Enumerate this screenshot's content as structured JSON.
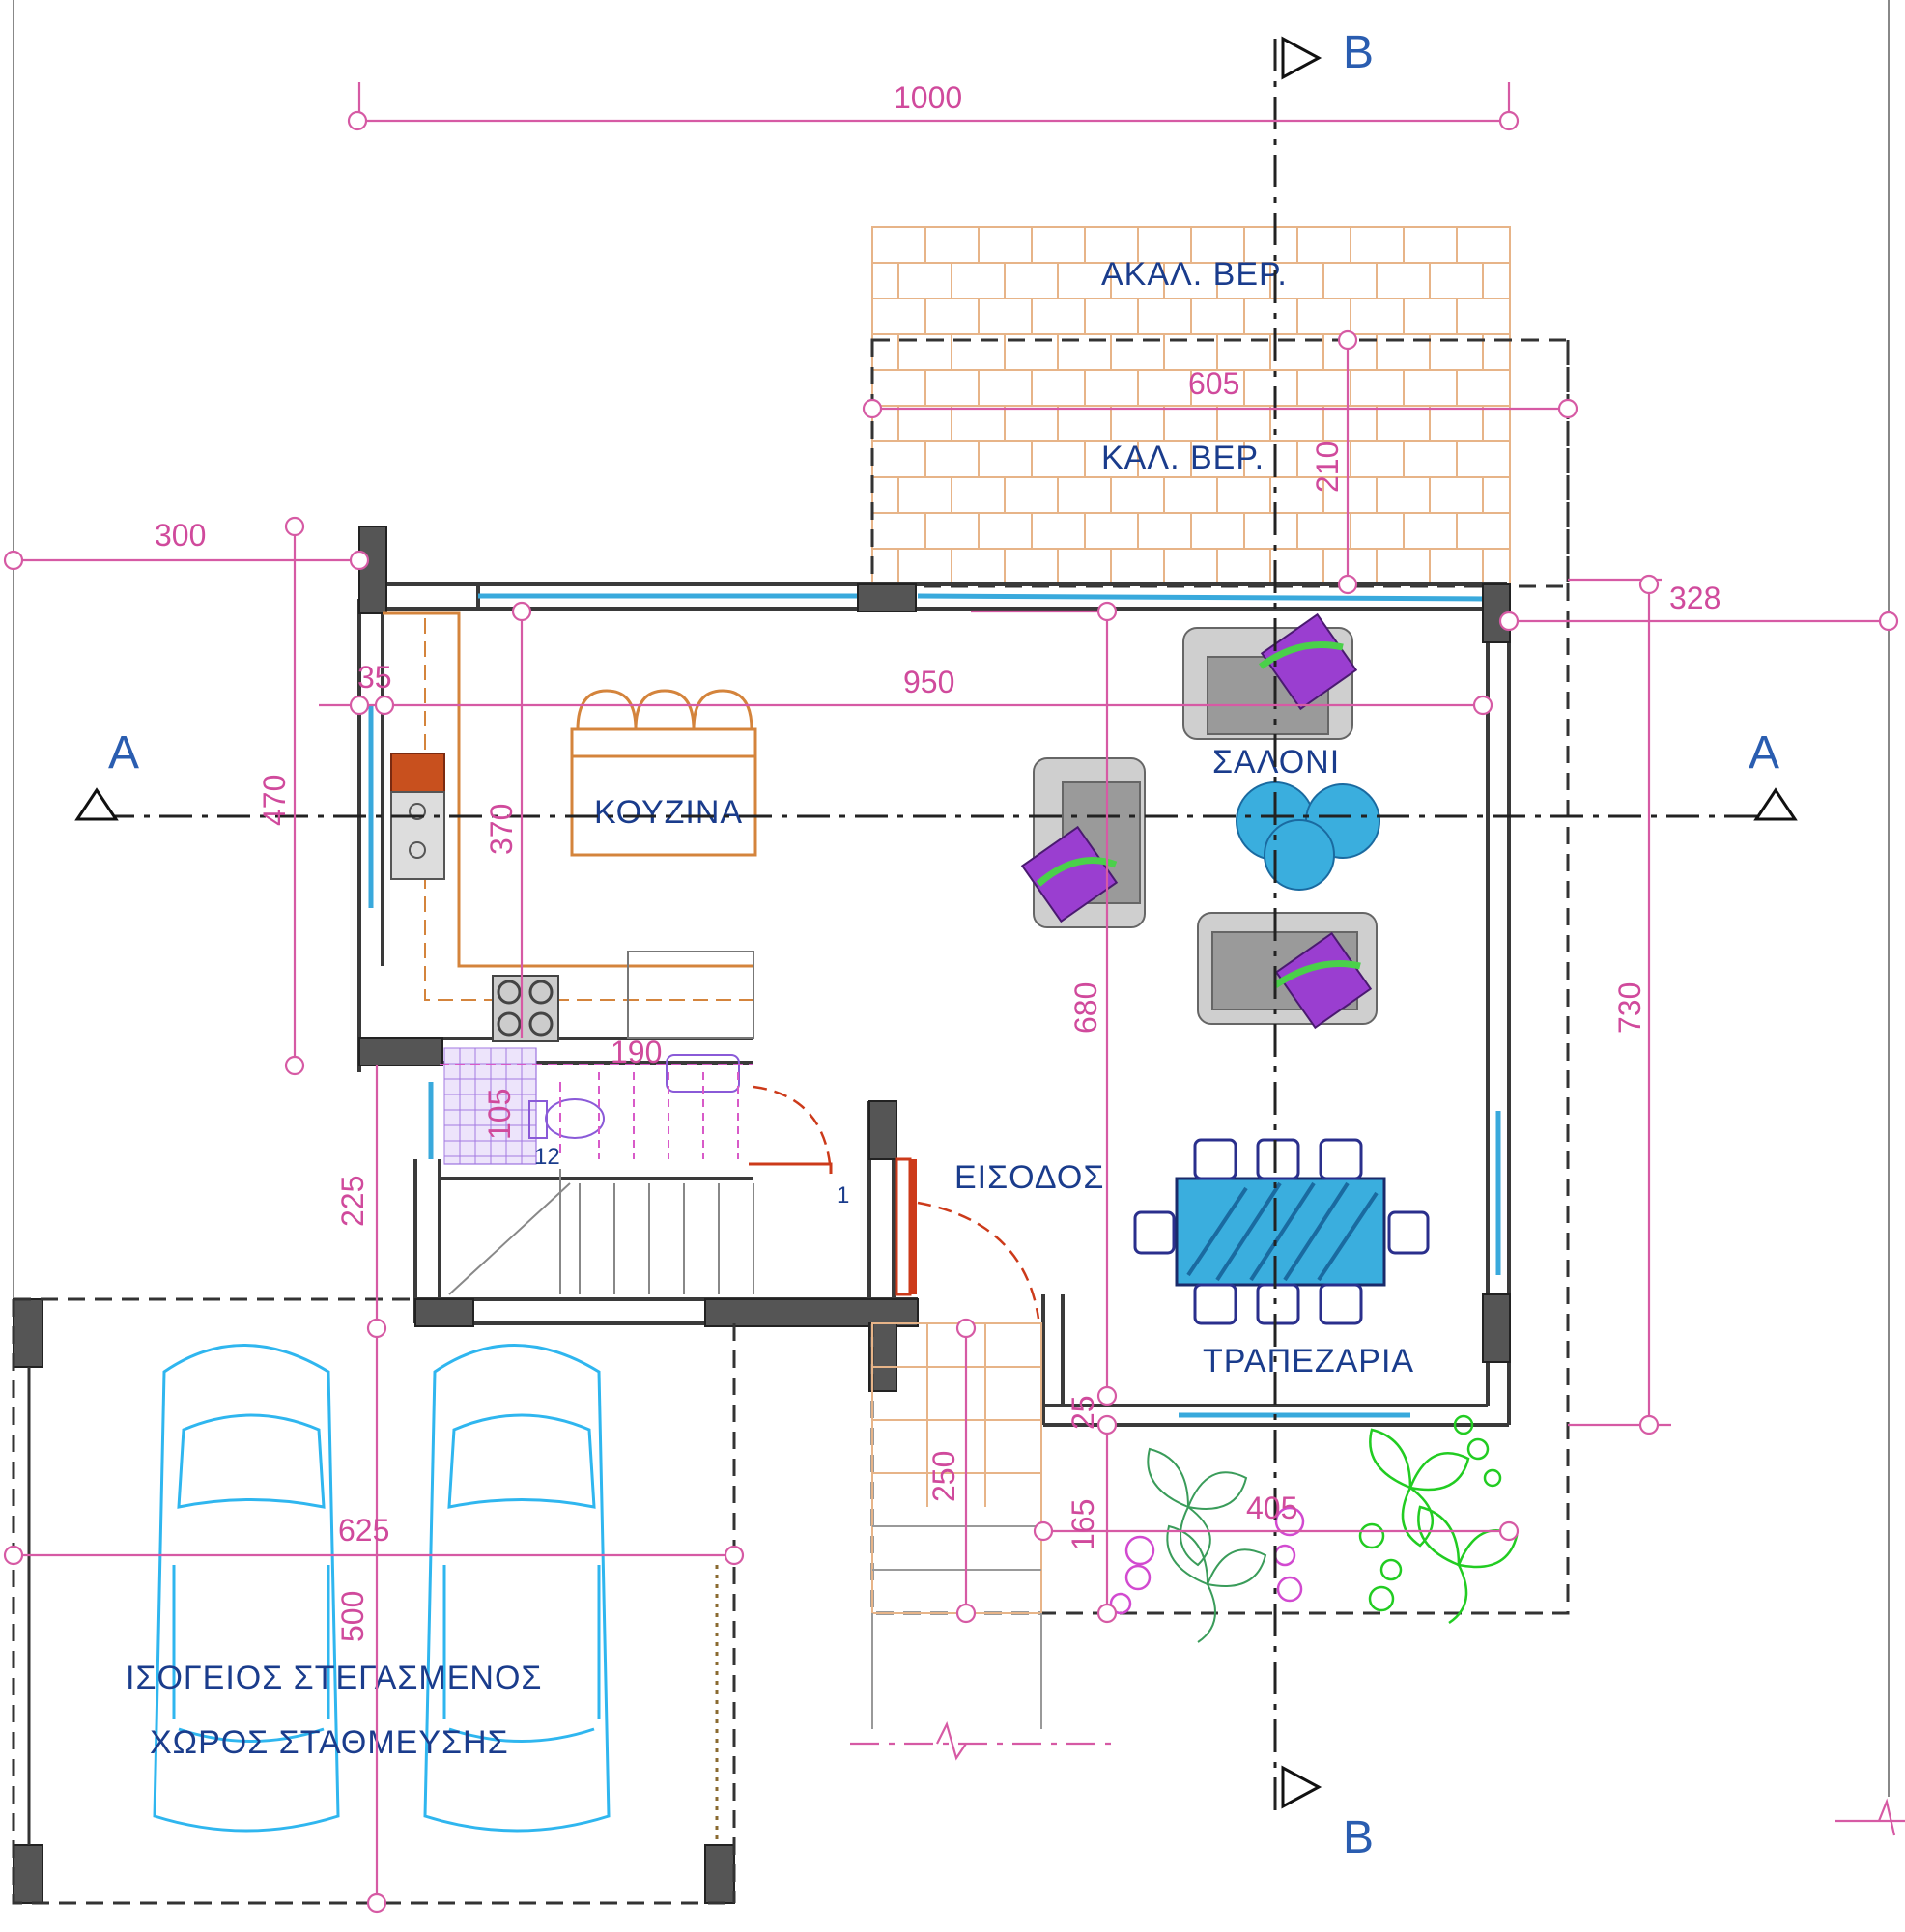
{
  "rooms": {
    "kitchen": "ΚΟΥΖΙΝΑ",
    "living": "ΣΑΛΟΝΙ",
    "dining": "ΤΡΑΠΕΖΑΡΙΑ",
    "entrance": "ΕΙΣΟΔΟΣ",
    "uncovered_veranda": "ΑΚΑΛ. ΒΕΡ.",
    "covered_veranda": "ΚΑΛ. ΒΕΡ.",
    "parking_line1": "ΙΣΟΓΕΙΟΣ ΣΤΕΓΑΣΜΕΝΟΣ",
    "parking_line2": "ΧΩΡΟΣ ΣΤΑΘΜΕΥΣΗΣ"
  },
  "sections": {
    "a_left": "A",
    "a_right": "A",
    "b_top": "B",
    "b_bottom": "B"
  },
  "dimensions": {
    "d1000": "1000",
    "d605": "605",
    "d210": "210",
    "d300": "300",
    "d328": "328",
    "d950": "950",
    "d470": "470",
    "d370": "370",
    "d680": "680",
    "d730": "730",
    "d225": "225",
    "d625": "625",
    "d500": "500",
    "d250": "250",
    "d165": "165",
    "d405": "405",
    "d35": "35",
    "d105": "105",
    "d190": "190",
    "d25": "25"
  },
  "stair_marks": {
    "first": "1",
    "last": "12"
  },
  "colors": {
    "dimension": "#d65aa4",
    "wall": "#3a3a3a",
    "window": "#39a9dc",
    "tiles": "#e7b488",
    "kitchen": "#d4843c",
    "room_label": "#1a3c8c",
    "car": "#2fb6ef"
  }
}
